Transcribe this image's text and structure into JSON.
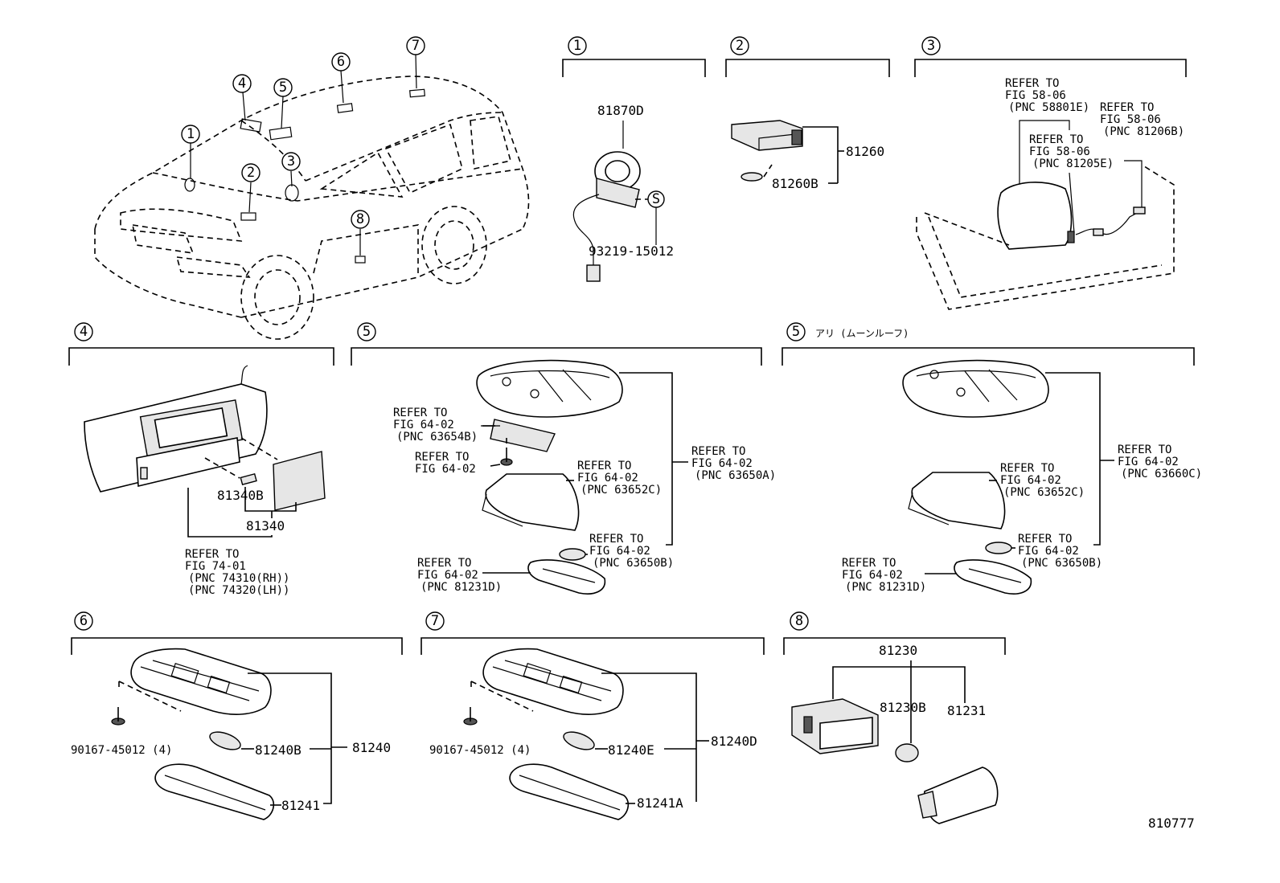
{
  "diagram_id": "810777",
  "callouts": {
    "c1": "1",
    "c2": "2",
    "c3": "3",
    "c4": "4",
    "c5": "5",
    "c6": "6",
    "c7": "7",
    "c8": "8",
    "s": "S"
  },
  "sec1": {
    "num": "1",
    "p1": "81870D",
    "p2": "93219-15012"
  },
  "sec2": {
    "num": "2",
    "p1": "81260",
    "p2": "81260B"
  },
  "sec3": {
    "num": "3",
    "r1": [
      "REFER TO",
      "FIG 58-06",
      "(PNC 58801E)"
    ],
    "r2": [
      "REFER TO",
      "FIG 58-06",
      "(PNC 81206B)"
    ],
    "r3": [
      "REFER TO",
      "FIG 58-06",
      "(PNC 81205E)"
    ]
  },
  "sec4": {
    "num": "4",
    "p1": "81340B",
    "p2": "81340",
    "r1": [
      "REFER TO",
      "FIG 74-01",
      "(PNC 74310(RH))",
      "(PNC 74320(LH))"
    ]
  },
  "sec5": {
    "num": "5",
    "r1": [
      "REFER TO",
      "FIG 64-02",
      "(PNC 63654B)"
    ],
    "r2": [
      "REFER TO",
      "FIG 64-02"
    ],
    "r3": [
      "REFER TO",
      "FIG 64-02",
      "(PNC 63652C)"
    ],
    "r4": [
      "REFER TO",
      "FIG 64-02",
      "(PNC 63650A)"
    ],
    "r5": [
      "REFER TO",
      "FIG 64-02",
      "(PNC 63650B)"
    ],
    "r6": [
      "REFER TO",
      "FIG 64-02",
      "(PNC 81231D)"
    ]
  },
  "sec5b": {
    "num": "5",
    "note": "アリ (ムーンルーフ)",
    "r1": [
      "REFER TO",
      "FIG 64-02",
      "(PNC 63652C)"
    ],
    "r2": [
      "REFER TO",
      "FIG 64-02",
      "(PNC 63660C)"
    ],
    "r3": [
      "REFER TO",
      "FIG 64-02",
      "(PNC 63650B)"
    ],
    "r4": [
      "REFER TO",
      "FIG 64-02",
      "(PNC 81231D)"
    ]
  },
  "sec6": {
    "num": "6",
    "screw": "90167-45012 (4)",
    "p1": "81240B",
    "p2": "81240",
    "p3": "81241"
  },
  "sec7": {
    "num": "7",
    "screw": "90167-45012 (4)",
    "p1": "81240E",
    "p2": "81240D",
    "p3": "81241A"
  },
  "sec8": {
    "num": "8",
    "p1": "81230",
    "p2": "81230B",
    "p3": "81231"
  }
}
